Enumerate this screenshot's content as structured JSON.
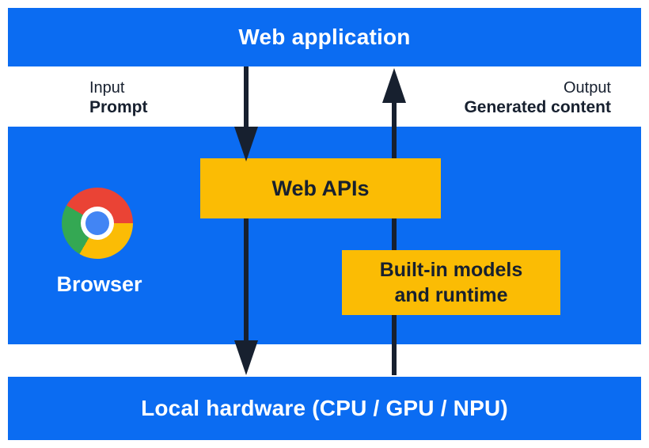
{
  "layers": {
    "web_application": {
      "label": "Web application"
    },
    "browser": {
      "label": "Browser"
    },
    "local_hardware": {
      "label": "Local hardware (CPU / GPU / NPU)"
    }
  },
  "io": {
    "input": {
      "label": "Input",
      "value": "Prompt"
    },
    "output": {
      "label": "Output",
      "value": "Generated content"
    }
  },
  "boxes": {
    "web_apis": {
      "label": "Web APIs"
    },
    "built_in": {
      "line1": "Built-in models",
      "line2": "and runtime"
    }
  },
  "icons": {
    "chrome_logo": "chrome-browser-logo"
  },
  "colors": {
    "layer_blue": "#0b6cf2",
    "box_yellow": "#fbbc04",
    "ink_navy": "#17202f",
    "text_white": "#ffffff",
    "chrome_red": "#ea4335",
    "chrome_yellow": "#fbbc05",
    "chrome_green": "#34a853",
    "chrome_blue": "#4285f4"
  }
}
